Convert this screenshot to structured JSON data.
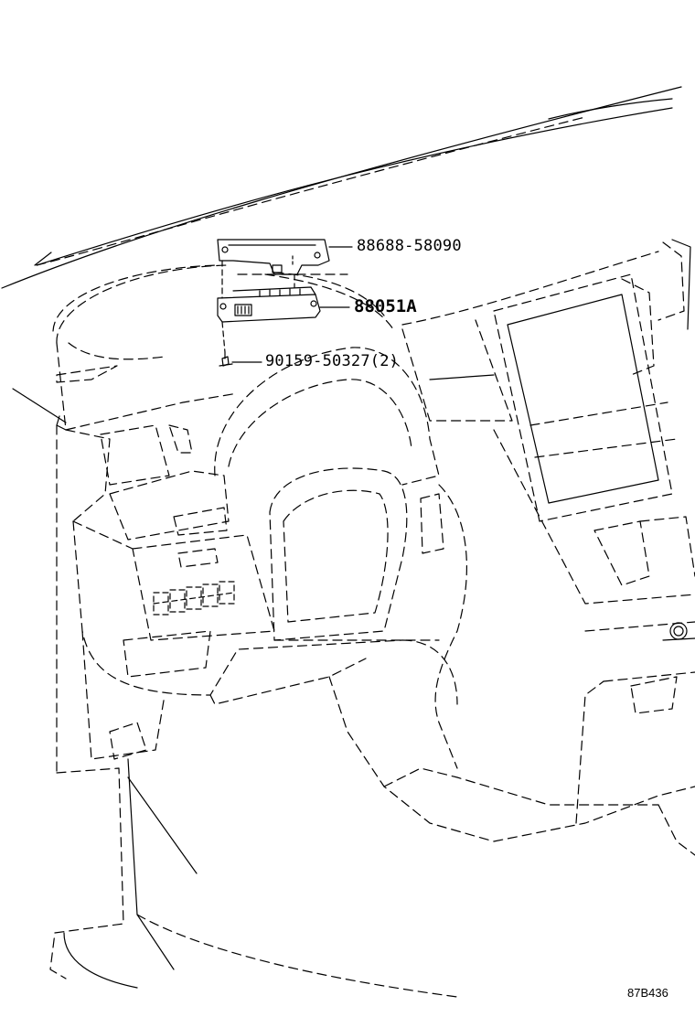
{
  "diagram": {
    "parts": [
      {
        "id": "bracket",
        "number": "88688-58090"
      },
      {
        "id": "module",
        "number": "88051A"
      },
      {
        "id": "bolt",
        "number": "90159-50327",
        "quantity": "(2)"
      }
    ],
    "reference_code": "87B436"
  }
}
